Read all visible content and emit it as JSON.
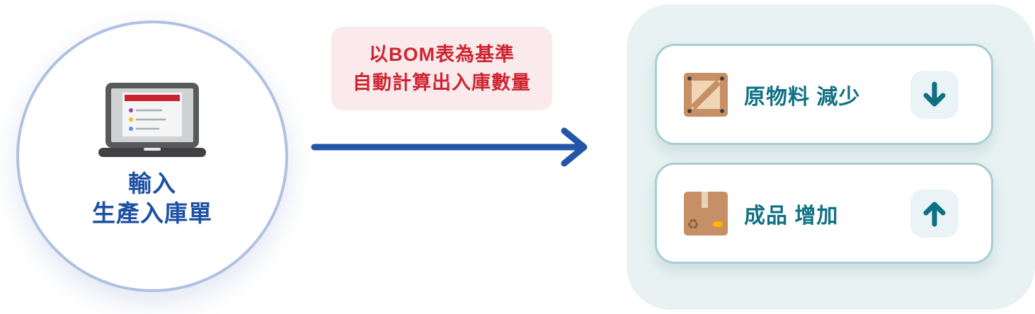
{
  "colors": {
    "accent_blue": "#2456A8",
    "text_blue": "#1D50A2",
    "circle_border": "#AFC1E2",
    "note_bg": "#FBEAEB",
    "note_text_red": "#CE2432",
    "panel_bg": "#E8F2F2",
    "card_border": "#A9CDD2",
    "teal_text": "#0F7184",
    "badge_bg": "#EAF3F5",
    "crate_brown": "#C78F66",
    "crate_light": "#EFD7B6",
    "label_yellow": "#FFB400",
    "screen_header_red": "#CB2232"
  },
  "left_node": {
    "icon": "laptop-document-icon",
    "label_line1": "輸入",
    "label_line2": "生產入庫單"
  },
  "arrow_note": {
    "line1": "以BOM表為基準",
    "line2": "自動計算出入庫數量"
  },
  "result_panel": {
    "cards": [
      {
        "icon": "wooden-crate-icon",
        "label": "原物料 減少",
        "direction": "down",
        "direction_icon": "arrow-down-icon"
      },
      {
        "icon": "cardboard-box-icon",
        "label": "成品 增加",
        "direction": "up",
        "direction_icon": "arrow-up-icon"
      }
    ]
  }
}
